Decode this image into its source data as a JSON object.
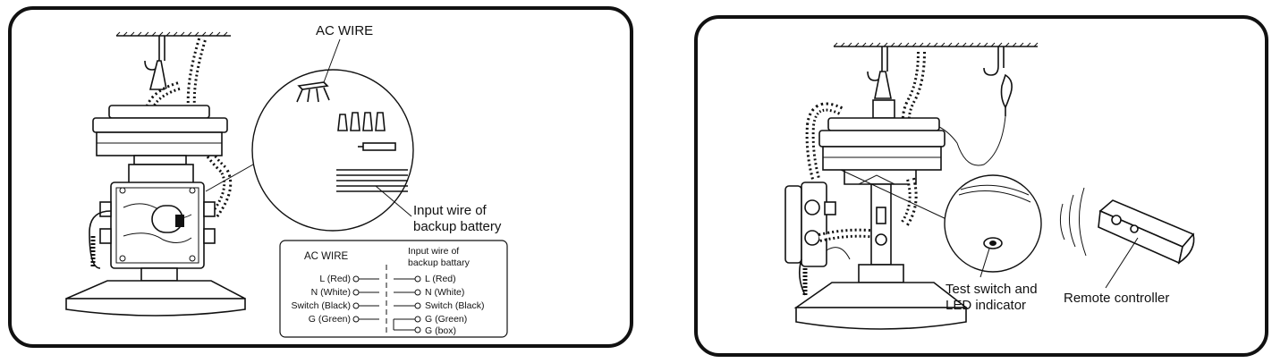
{
  "left_panel": {
    "ac_wire_label": "AC WIRE",
    "input_wire_label_line1": "Input wire of",
    "input_wire_label_line2": "backup battery",
    "table": {
      "left_header": "AC WIRE",
      "right_header_line1": "Input wire of",
      "right_header_line2": "backup battary",
      "left_items": [
        "L (Red)",
        "N (White)",
        "Switch (Black)",
        "G (Green)"
      ],
      "right_items": [
        "L (Red)",
        "N (White)",
        "Switch (Black)",
        "G (Green)",
        "G (box)"
      ]
    }
  },
  "right_panel": {
    "test_switch_line1": "Test switch and",
    "test_switch_line2": "LED indicator",
    "remote_label": "Remote controller"
  }
}
